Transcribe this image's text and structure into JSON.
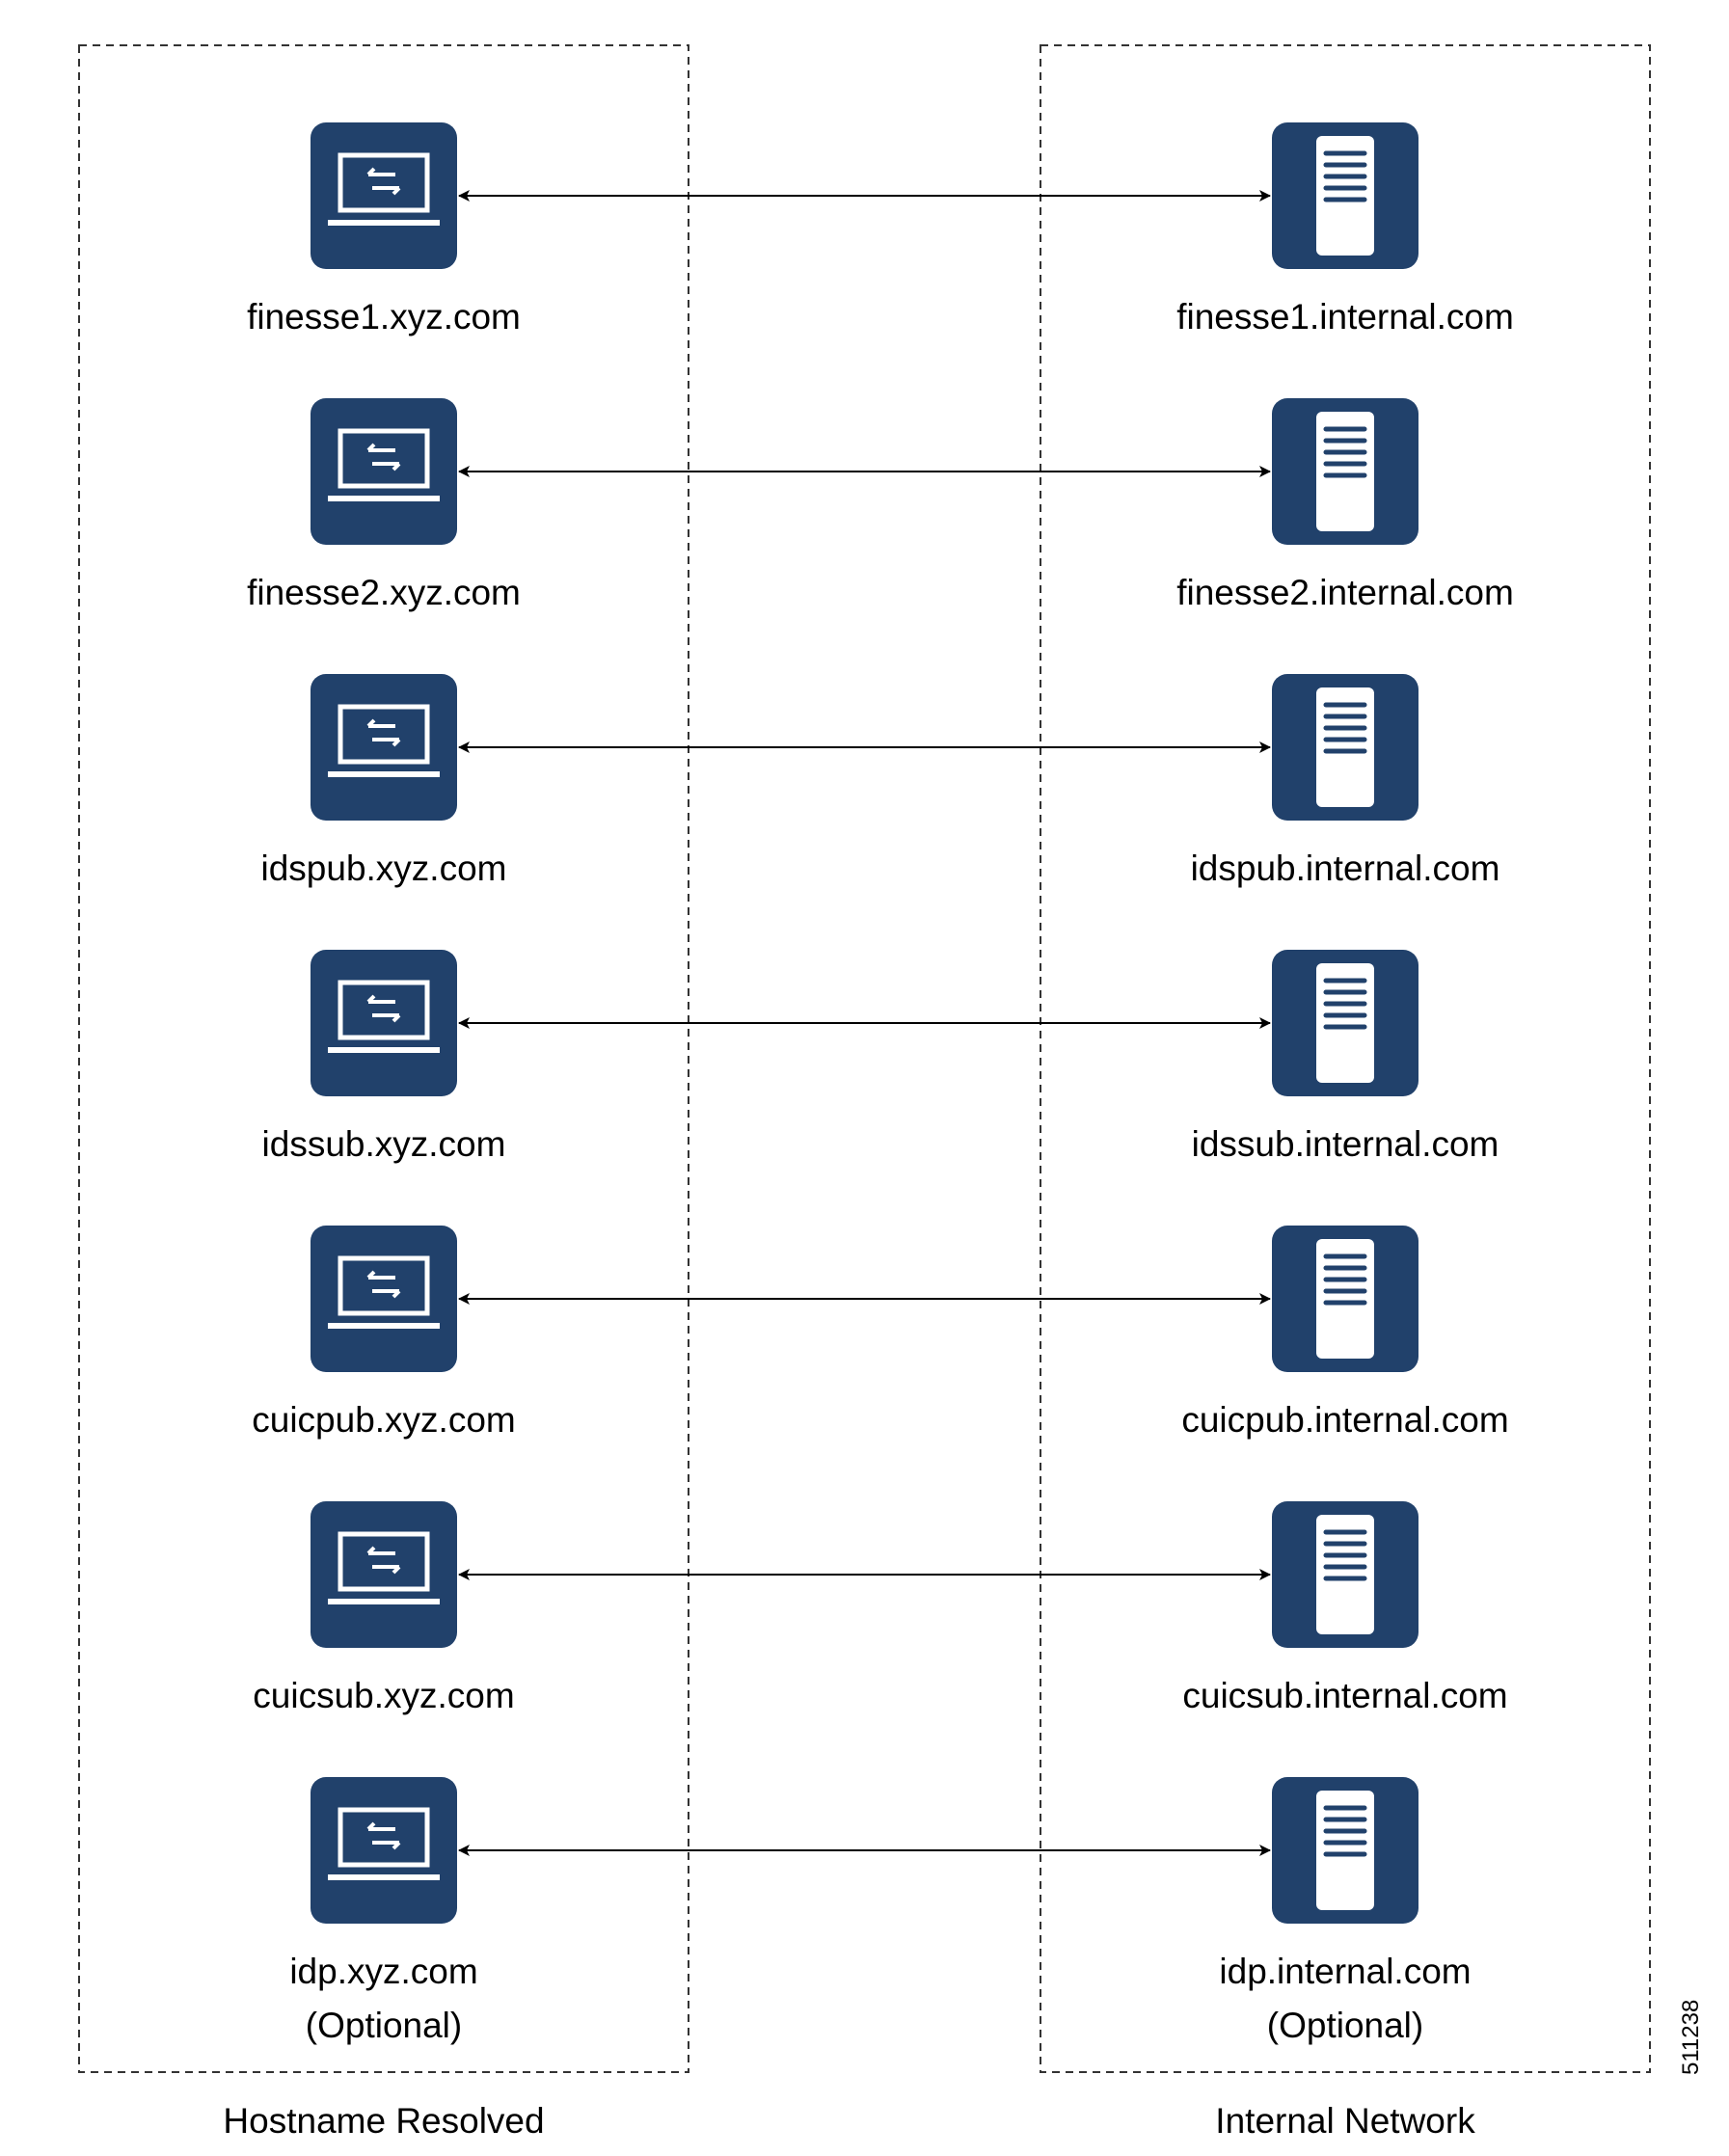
{
  "colors": {
    "icon_fill": "#21416b",
    "icon_glyph": "#ffffff",
    "line": "#000000",
    "border": "#333333"
  },
  "zones": {
    "left": {
      "label": "Hostname Resolved"
    },
    "right": {
      "label": "Internal Network"
    }
  },
  "figure_id": "511238",
  "rows": [
    {
      "left": {
        "name": "finesse1.xyz.com",
        "icon": "laptop-icon"
      },
      "right": {
        "name": "finesse1.internal.com",
        "icon": "server-icon"
      }
    },
    {
      "left": {
        "name": "finesse2.xyz.com",
        "icon": "laptop-icon"
      },
      "right": {
        "name": "finesse2.internal.com",
        "icon": "server-icon"
      }
    },
    {
      "left": {
        "name": "idspub.xyz.com",
        "icon": "laptop-icon"
      },
      "right": {
        "name": "idspub.internal.com",
        "icon": "server-icon"
      }
    },
    {
      "left": {
        "name": "idssub.xyz.com",
        "icon": "laptop-icon"
      },
      "right": {
        "name": "idssub.internal.com",
        "icon": "server-icon"
      }
    },
    {
      "left": {
        "name": "cuicpub.xyz.com",
        "icon": "laptop-icon"
      },
      "right": {
        "name": "cuicpub.internal.com",
        "icon": "server-icon"
      }
    },
    {
      "left": {
        "name": "cuicsub.xyz.com",
        "icon": "laptop-icon"
      },
      "right": {
        "name": "cuicsub.internal.com",
        "icon": "server-icon"
      }
    },
    {
      "left": {
        "name": "idp.xyz.com",
        "note": "(Optional)",
        "icon": "laptop-icon"
      },
      "right": {
        "name": "idp.internal.com",
        "note": "(Optional)",
        "icon": "server-icon"
      }
    }
  ]
}
